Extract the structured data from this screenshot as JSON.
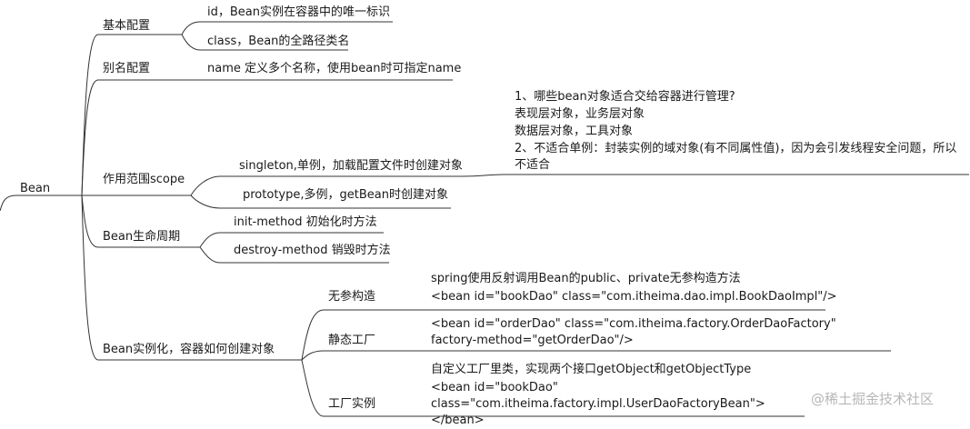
{
  "root": {
    "label": "Bean"
  },
  "branches": [
    {
      "label": "基本配置",
      "children": [
        {
          "text": "id，Bean实例在容器中的唯一标识"
        },
        {
          "text": "class，Bean的全路径类名"
        }
      ]
    },
    {
      "label": "别名配置",
      "children": [
        {
          "text": "name 定义多个名称，使用bean时可指定name"
        }
      ]
    },
    {
      "label": "作用范围scope",
      "children": [
        {
          "text": "singleton,单例，加载配置文件时创建对象",
          "notes": [
            "1、哪些bean对象适合交给容器进行管理?",
            "表现层对象，业务层对象",
            "数据层对象，工具对象",
            "2、不适合单例：封装实例的域对象(有不同属性值)，因为会引发线程安全问题，所以不适合"
          ]
        },
        {
          "text": "prototype,多例，getBean时创建对象"
        }
      ]
    },
    {
      "label": "Bean生命周期",
      "children": [
        {
          "text": "init-method 初始化时方法"
        },
        {
          "text": "destroy-method 销毁时方法"
        }
      ]
    },
    {
      "label": "Bean实例化，容器如何创建对象",
      "children": [
        {
          "label": "无参构造",
          "detail": [
            "spring使用反射调用Bean的public、private无参构造方法",
            "<bean id=\"bookDao\" class=\"com.itheima.dao.impl.BookDaoImpl\"/>"
          ]
        },
        {
          "label": "静态工厂",
          "detail": [
            "<bean id=\"orderDao\" class=\"com.itheima.factory.OrderDaoFactory\" factory-method=\"getOrderDao\"/>"
          ]
        },
        {
          "label": "工厂实例",
          "detail": [
            "自定义工厂里类，实现两个接口getObject和getObjectType",
            "<bean id=\"bookDao\" class=\"com.itheima.factory.impl.UserDaoFactoryBean\"></bean>"
          ]
        }
      ]
    }
  ],
  "watermark": "@稀土掘金技术社区",
  "colors": {
    "line": "#333333",
    "text": "#1a1a1a",
    "watermark": "#b7b7b7"
  }
}
